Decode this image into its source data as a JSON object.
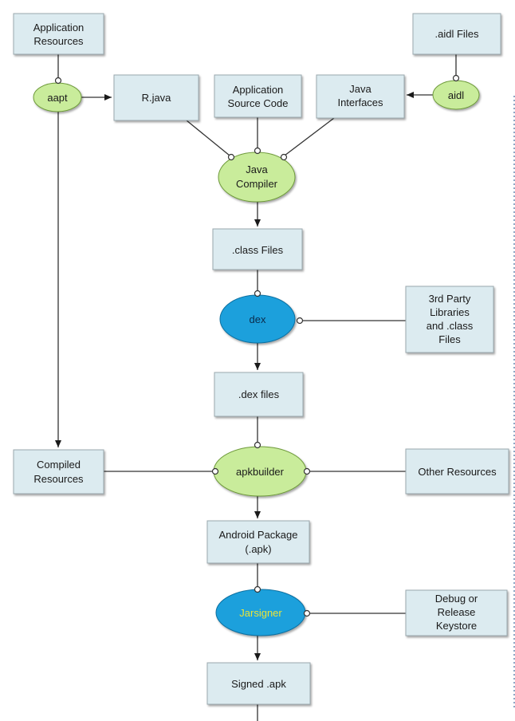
{
  "colors": {
    "box_fill": "#dcebf0",
    "box_stroke": "#9aa8ae",
    "green_fill": "#c9ec9b",
    "green_stroke": "#6e9a3a",
    "blue_fill": "#1aa0dc",
    "blue_stroke": "#0e6fa0",
    "line": "#333333",
    "dotted": "#6a8ab0"
  },
  "boxes": {
    "app_resources": [
      "Application",
      "Resources"
    ],
    "aidl_files": [
      ".aidl Files"
    ],
    "r_java": [
      "R.java"
    ],
    "app_source": [
      "Application",
      "Source Code"
    ],
    "java_interfaces": [
      "Java",
      "Interfaces"
    ],
    "class_files": [
      ".class Files"
    ],
    "third_party": [
      "3rd Party",
      "Libraries",
      "and .class",
      "Files"
    ],
    "dex_files": [
      ".dex files"
    ],
    "compiled_resources": [
      "Compiled",
      "Resources"
    ],
    "other_resources": [
      "Other Resources"
    ],
    "android_package": [
      "Android Package",
      "(.apk)"
    ],
    "keystore": [
      "Debug or",
      "Release",
      "Keystore"
    ],
    "signed_apk": [
      "Signed .apk"
    ]
  },
  "tools": {
    "aapt": [
      "aapt"
    ],
    "aidl": [
      "aidl"
    ],
    "java_compiler": [
      "Java",
      "Compiler"
    ],
    "dex": [
      "dex"
    ],
    "apkbuilder": [
      "apkbuilder"
    ],
    "jarsigner": [
      "Jarsigner"
    ]
  }
}
